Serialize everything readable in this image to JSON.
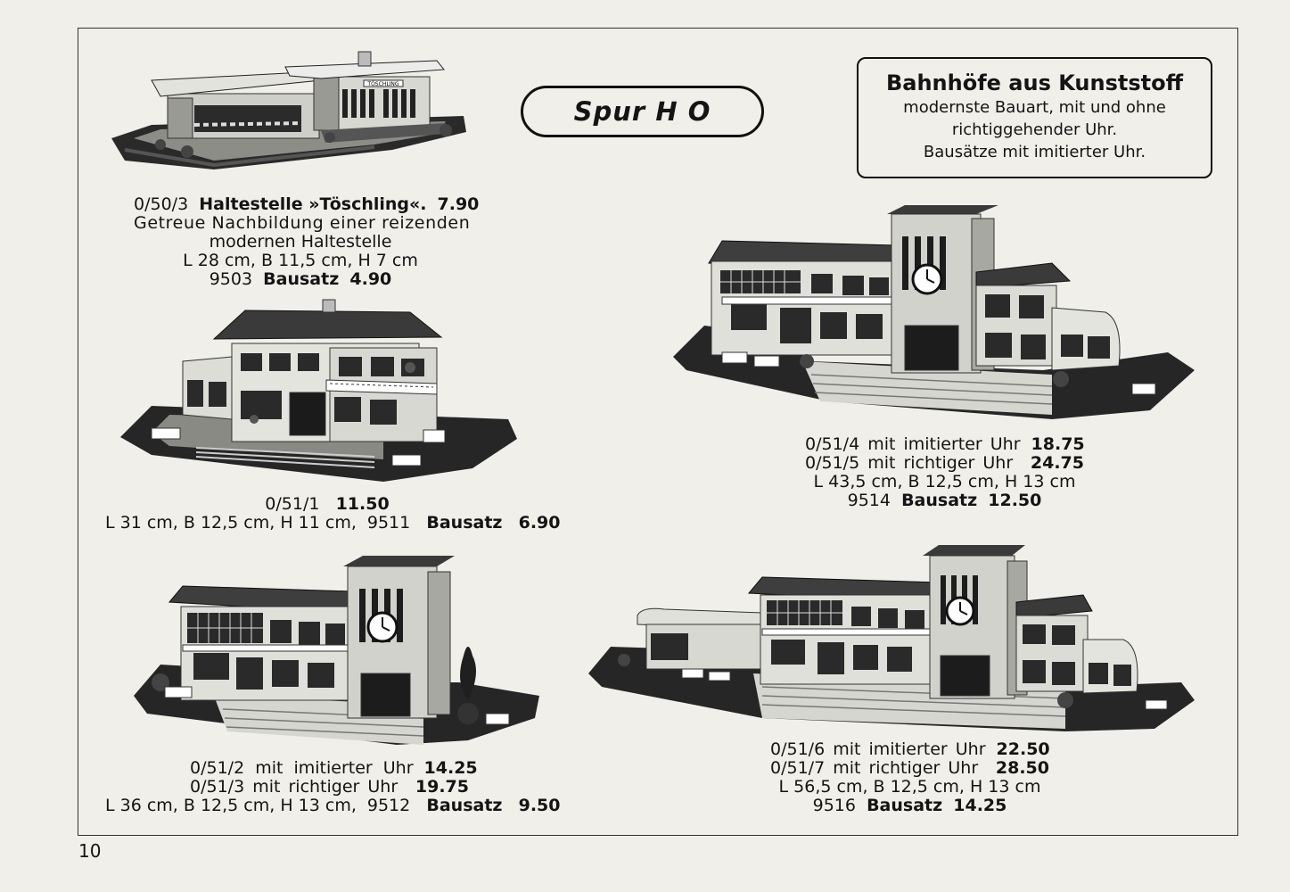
{
  "page_number": "10",
  "badge": "Spur H O",
  "info": {
    "title": "Bahnhöfe aus Kunststoff",
    "lines": [
      "modernste Bauart, mit und ohne",
      "richtiggehender Uhr.",
      "Bausätze mit imitierter Uhr."
    ]
  },
  "products": {
    "p1": {
      "code": "0/50/3",
      "name": "Haltestelle »Töschling«.",
      "price": "7.90",
      "desc1": "Getreue Nachbildung einer reizenden",
      "desc2": "modernen Haltestelle",
      "dims": "L 28 cm, B 11,5 cm, H 7 cm",
      "kit_no": "9503",
      "kit_label": "Bausatz",
      "kit_price": "4.90",
      "sign": "TÖSCHLING"
    },
    "p2": {
      "code": "0/51/1",
      "price": "11.50",
      "dims": "L 31 cm, B 12,5 cm, H 11 cm,",
      "kit_no": "9511",
      "kit_label": "Bausatz",
      "kit_price": "6.90"
    },
    "p3": {
      "v1": "0/51/4 mit imitierter Uhr",
      "v1_price": "18.75",
      "v2": "0/51/5 mit richtiger Uhr",
      "v2_price": "24.75",
      "dims": "L 43,5 cm, B 12,5 cm, H 13 cm",
      "kit_no": "9514",
      "kit_label": "Bausatz",
      "kit_price": "12.50"
    },
    "p4": {
      "v1": "0/51/2 mit imitierter Uhr",
      "v1_price": "14.25",
      "v2": "0/51/3 mit richtiger Uhr",
      "v2_price": "19.75",
      "dims": "L 36 cm, B 12,5 cm, H 13 cm,",
      "kit_no": "9512",
      "kit_label": "Bausatz",
      "kit_price": "9.50"
    },
    "p5": {
      "v1": "0/51/6 mit imitierter Uhr",
      "v1_price": "22.50",
      "v2": "0/51/7 mit richtiger Uhr",
      "v2_price": "28.50",
      "dims": "L 56,5 cm, B 12,5 cm, H 13 cm",
      "kit_no": "9516",
      "kit_label": "Bausatz",
      "kit_price": "14.25"
    }
  }
}
